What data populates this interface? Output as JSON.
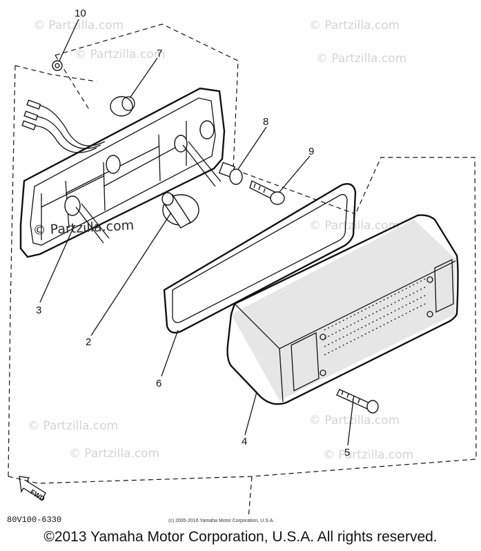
{
  "callouts": [
    {
      "id": "10",
      "label": "10"
    },
    {
      "id": "7",
      "label": "7"
    },
    {
      "id": "8",
      "label": "8"
    },
    {
      "id": "9",
      "label": "9"
    },
    {
      "id": "3",
      "label": "3"
    },
    {
      "id": "2",
      "label": "2"
    },
    {
      "id": "6",
      "label": "6"
    },
    {
      "id": "4",
      "label": "4"
    },
    {
      "id": "5",
      "label": "5"
    }
  ],
  "watermarks": {
    "faint": "© Partzilla.com",
    "strong": "© Partzilla.com"
  },
  "fwd_label": "FWD",
  "diagram_code": "80V100-6330",
  "credit_line": "(c) 2005-2016 Yamaha Motor Corporation, U.S.A.",
  "copyright": "©2013 Yamaha Motor Corporation, U.S.A. All rights reserved."
}
